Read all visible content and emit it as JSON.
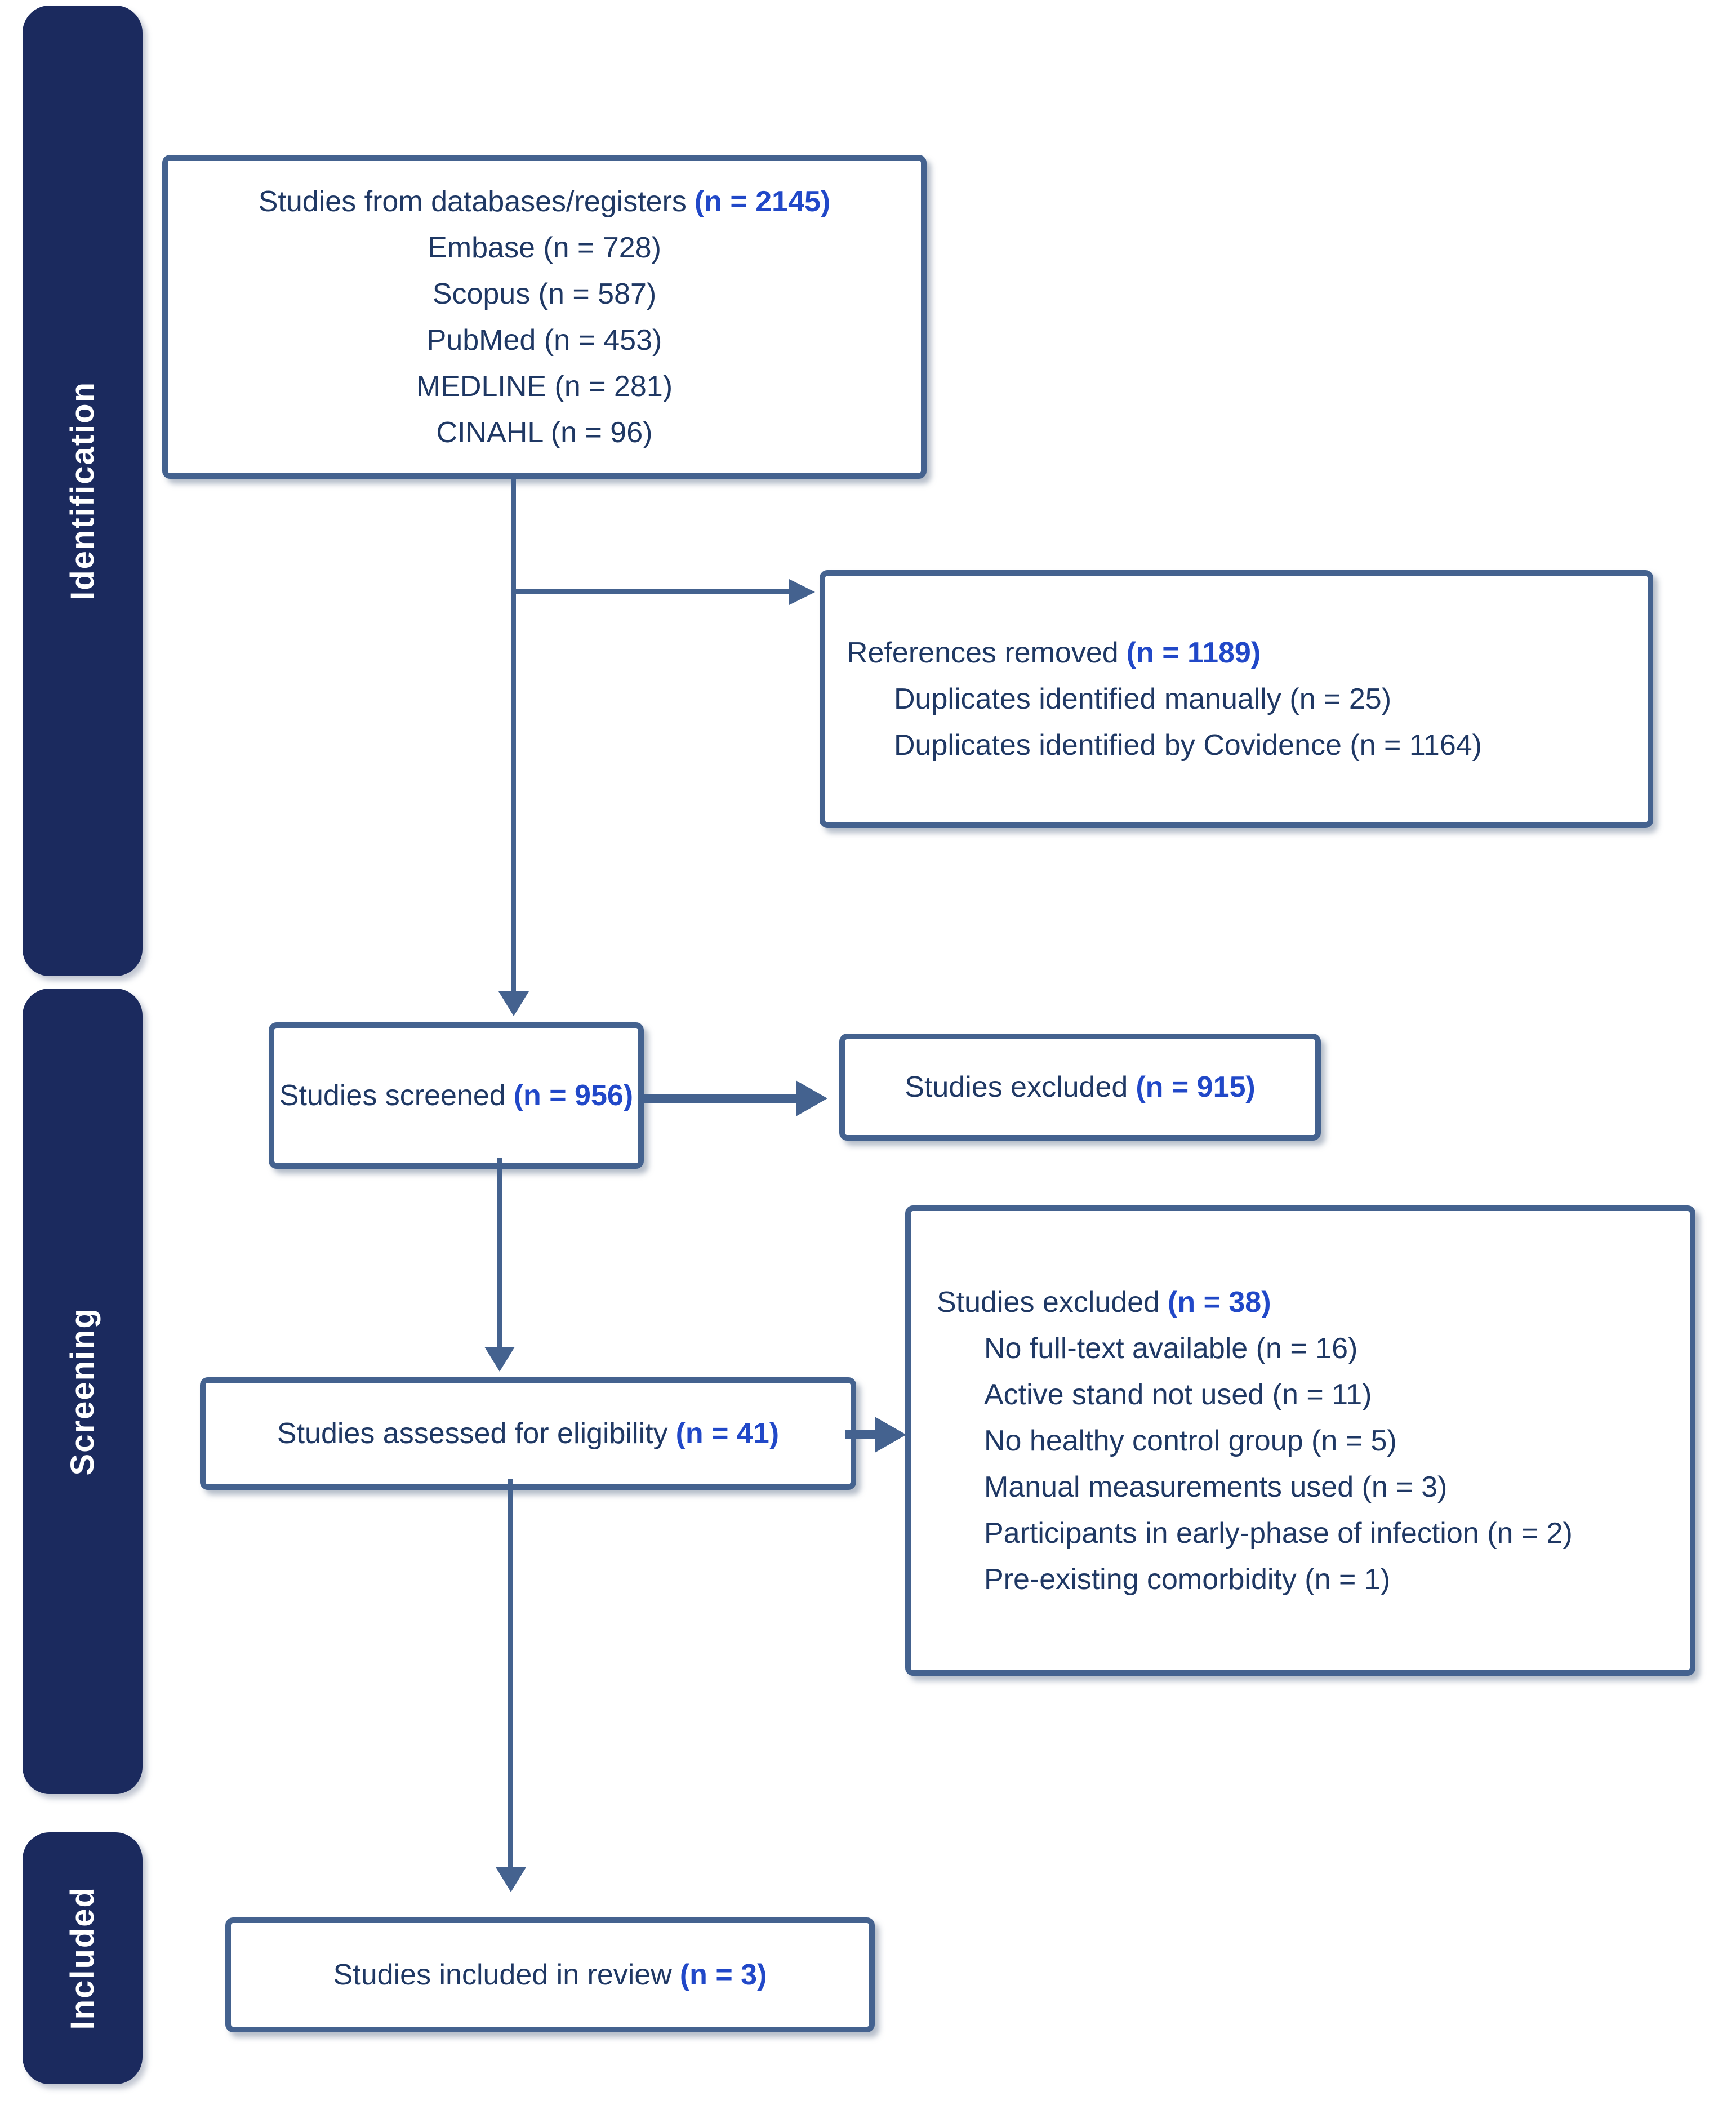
{
  "diagram": {
    "kind": "PRISMA study selection flow diagram",
    "colors": {
      "stage_background": "#1b2a5e",
      "stage_text": "#ffffff",
      "box_border": "#44628f",
      "box_background": "#ffffff",
      "body_text": "#1f3864",
      "count_highlight": "#2148c8",
      "arrow": "#44628f"
    }
  },
  "stages": {
    "identification": "Identification",
    "screening": "Screening",
    "included": "Included"
  },
  "boxes": {
    "sources": {
      "title": "Studies from databases/registers",
      "count": "(n = 2145)",
      "items": [
        "Embase (n = 728)",
        "Scopus (n = 587)",
        "PubMed (n = 453)",
        "MEDLINE (n = 281)",
        "CINAHL (n = 96)"
      ]
    },
    "removed": {
      "title": "References removed",
      "count": "(n = 1189)",
      "items": [
        "Duplicates identified manually (n = 25)",
        "Duplicates identified by Covidence (n = 1164)"
      ]
    },
    "screened": {
      "title": "Studies screened",
      "count": "(n = 956)"
    },
    "excluded_screening": {
      "title": "Studies excluded",
      "count": "(n = 915)"
    },
    "assessed": {
      "title": "Studies assessed for eligibility",
      "count": "(n = 41)"
    },
    "excluded_eligibility": {
      "title": "Studies excluded",
      "count": "(n = 38)",
      "items": [
        "No full-text available (n = 16)",
        "Active stand not used (n = 11)",
        "No healthy control group (n = 5)",
        "Manual measurements used (n = 3)",
        "Participants in early-phase of infection (n = 2)",
        "Pre-existing comorbidity (n = 1)"
      ]
    },
    "included": {
      "title": "Studies included in review",
      "count": "(n = 3)"
    }
  }
}
